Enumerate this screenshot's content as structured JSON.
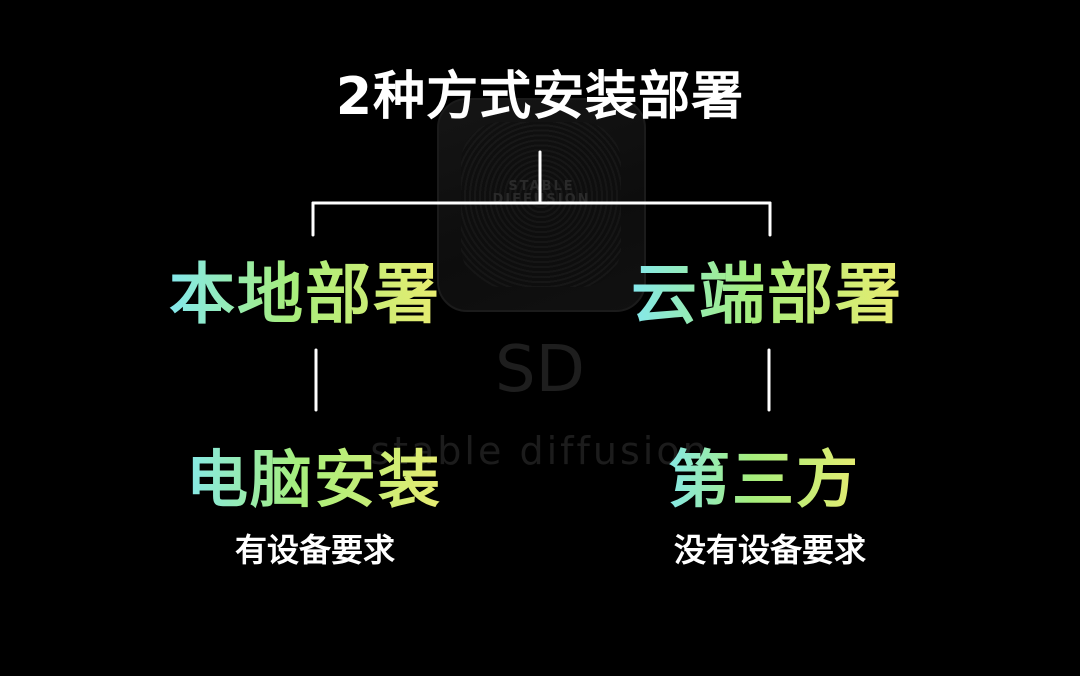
{
  "watermark": {
    "logo_text_line1": "STABLE",
    "logo_text_line2": "DIFFUSION",
    "big_text": "SD",
    "sub_text": "stable diffusion"
  },
  "title": "2种方式安装部署",
  "branches": {
    "left": {
      "label": "本地部署",
      "method": "电脑安装",
      "note": "有设备要求"
    },
    "right": {
      "label": "云端部署",
      "method": "第三方",
      "note": "没有设备要求"
    }
  },
  "colors": {
    "background": "#000000",
    "text": "#ffffff",
    "gradient_start": "#7fe7ff",
    "gradient_mid": "#a6ee7c",
    "gradient_end": "#f2ec6f",
    "connector": "#ffffff"
  }
}
